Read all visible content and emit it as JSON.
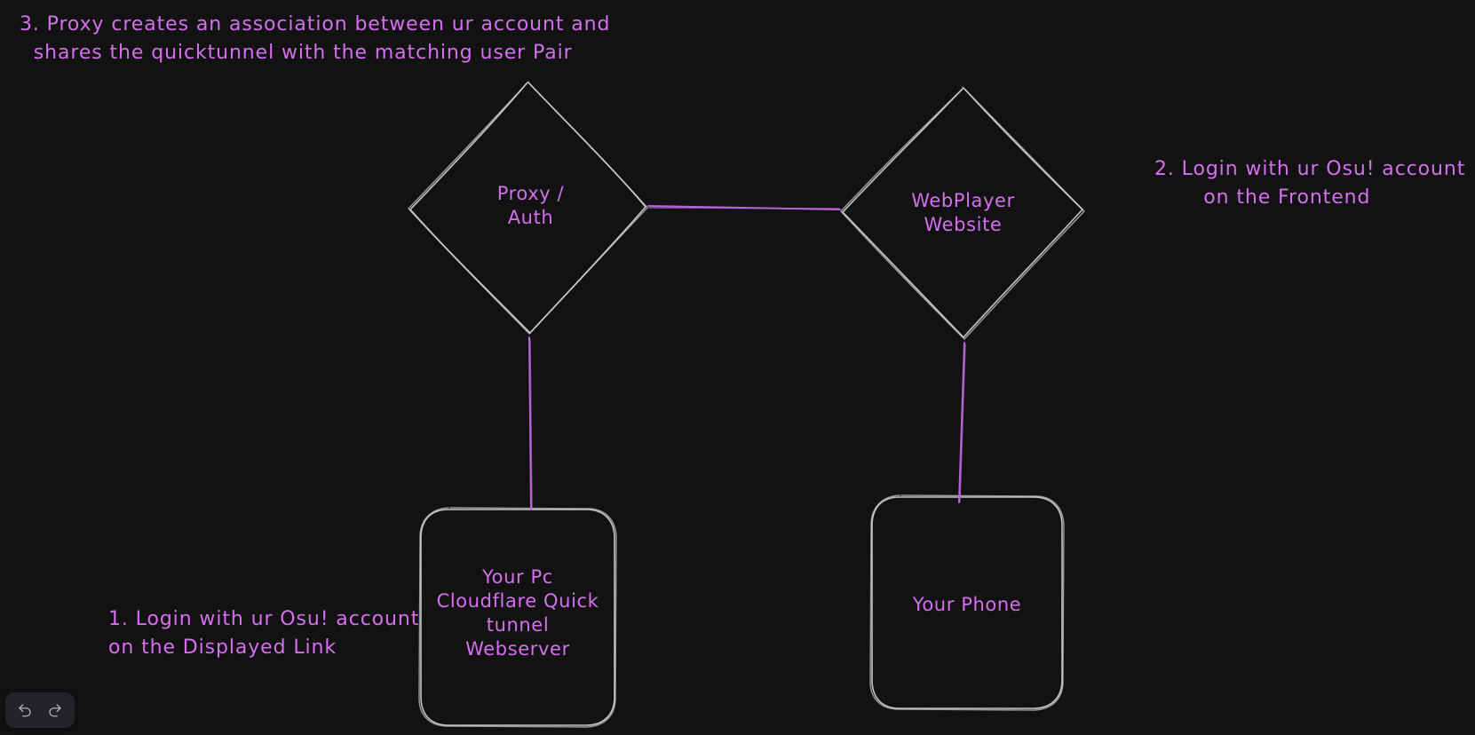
{
  "canvas": {
    "background_color": "#121212",
    "stroke_color": "#d4d4d4",
    "connector_color": "#b565d8",
    "text_color": "#d66ef0"
  },
  "nodes": [
    {
      "id": "proxy-auth",
      "shape": "diamond",
      "label": "Proxy /\nAuth"
    },
    {
      "id": "webplayer-website",
      "shape": "diamond",
      "label": "WebPlayer\nWebsite"
    },
    {
      "id": "your-pc",
      "shape": "rounded-rectangle",
      "label": "Your Pc\nCloudflare Quick\ntunnel\nWebserver"
    },
    {
      "id": "your-phone",
      "shape": "rounded-rectangle",
      "label": "Your Phone"
    }
  ],
  "annotations": [
    {
      "id": "step-3",
      "text": "3. Proxy creates an association between ur account and\n  shares the quicktunnel with the matching user Pair"
    },
    {
      "id": "step-2",
      "text": "2. Login with ur Osu! account\n       on the Frontend"
    },
    {
      "id": "step-1",
      "text": "1. Login with ur Osu! account\non the Displayed Link"
    }
  ],
  "connectors": [
    {
      "id": "proxy-to-webplayer",
      "from": "proxy-auth",
      "to": "webplayer-website"
    },
    {
      "id": "proxy-to-your-pc",
      "from": "proxy-auth",
      "to": "your-pc"
    },
    {
      "id": "webplayer-to-your-phone",
      "from": "webplayer-website",
      "to": "your-phone"
    }
  ],
  "toolbar": {
    "undo_label": "Undo",
    "redo_label": "Redo"
  }
}
